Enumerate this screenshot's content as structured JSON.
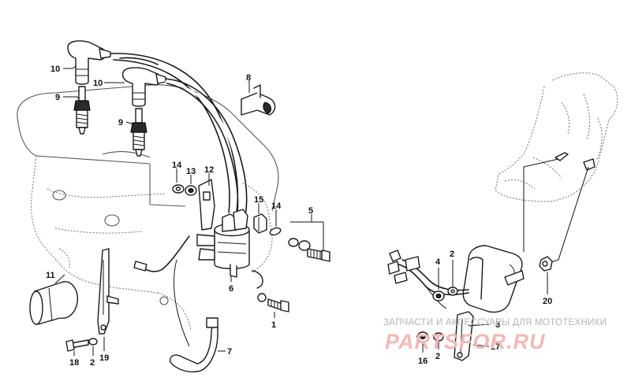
{
  "callouts": {
    "p10": "10",
    "p9a": "9",
    "p10b": "10",
    "p9b": "9",
    "p8": "8",
    "p14a": "14",
    "p13": "13",
    "p12": "12",
    "p15": "15",
    "p14b": "14",
    "p5": "5",
    "p11": "11",
    "p6": "6",
    "p1": "1",
    "p7": "7",
    "p18": "18",
    "p2a": "2",
    "p19": "19",
    "p4": "4",
    "p2b": "2",
    "p3": "3",
    "p20": "20",
    "p16": "16",
    "p2c": "2",
    "p17": "17"
  },
  "watermark": {
    "tagline": "ЗАПЧАСТИ И АКСЕССУАРЫ ДЛЯ МОТОТЕХНИКИ",
    "brand": "PARTSFOR.RU"
  },
  "colors": {
    "line": "#1a1a1a",
    "watermark_text": "#b4b4b4",
    "watermark_brand": "#f2b8b8"
  }
}
